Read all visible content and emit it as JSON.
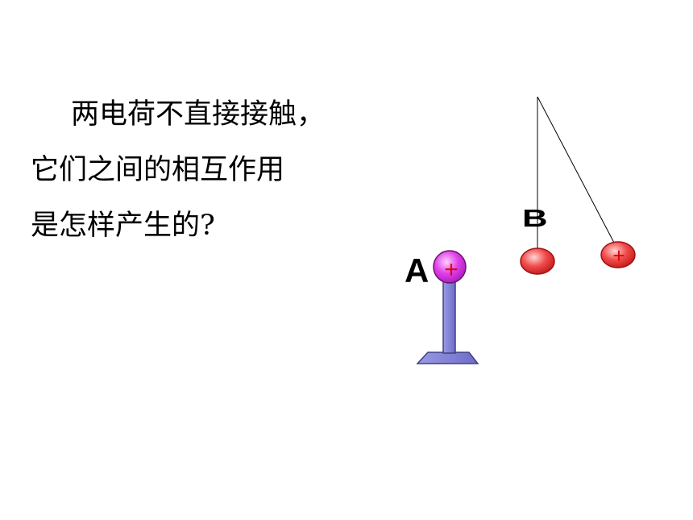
{
  "question": {
    "line1": "两电荷不直接接触，",
    "line2": "它们之间的相互作用",
    "line3": "是怎样产生的?"
  },
  "diagram": {
    "label_a": "A",
    "label_b": "B",
    "charge_sign": "+",
    "colors": {
      "sphere_a": "#e040e8",
      "stand": "#8080d8",
      "ball_b": "#f04a4a",
      "sign": "#e00000"
    }
  }
}
